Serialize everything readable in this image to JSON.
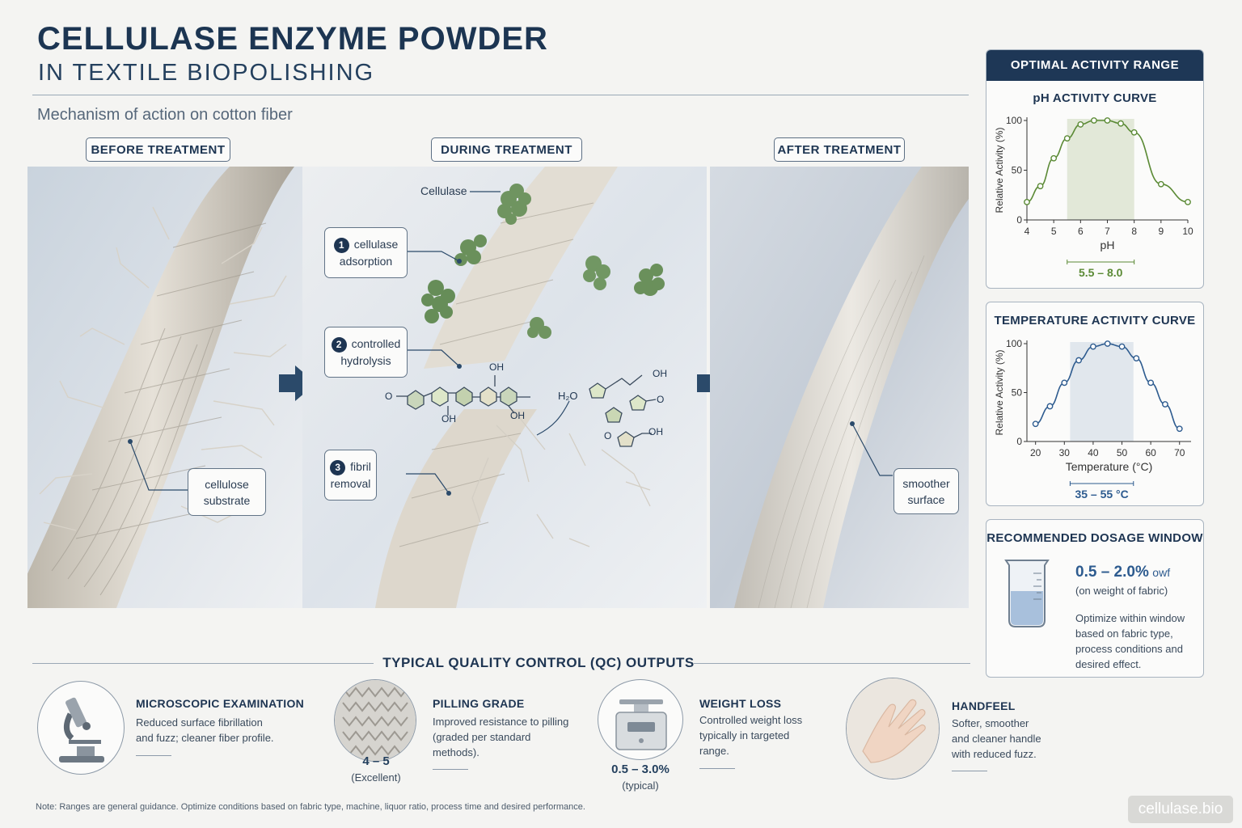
{
  "header": {
    "title_line1": "CELLULASE ENZYME POWDER",
    "title_line2": "IN TEXTILE BIOPOLISHING",
    "subtitle": "Mechanism of action on cotton fiber"
  },
  "stages": {
    "before": {
      "label": "BEFORE TREATMENT",
      "callout_line1": "cellulose",
      "callout_line2": "substrate"
    },
    "during": {
      "label": "DURING TREATMENT",
      "enzyme_label": "Cellulase",
      "steps": [
        {
          "num": "1",
          "line1": "cellulase",
          "line2": "adsorption"
        },
        {
          "num": "2",
          "line1": "controlled",
          "line2": "hydrolysis"
        },
        {
          "num": "3",
          "line1": "fibril",
          "line2": "removal"
        }
      ],
      "molecule_labels": {
        "oh": "OH",
        "o": "O",
        "water": "H₂O"
      }
    },
    "after": {
      "label": "AFTER TREATMENT",
      "callout_line1": "smoother",
      "callout_line2": "surface"
    }
  },
  "sidebar": {
    "header": "OPTIMAL ACTIVITY RANGE",
    "ph_card": {
      "title": "pH ACTIVITY CURVE",
      "range": "5.5 – 8.0"
    },
    "temp_card": {
      "title": "TEMPERATURE ACTIVITY CURVE",
      "range": "35 – 55 °C"
    },
    "dosage": {
      "title": "RECOMMENDED DOSAGE WINDOW",
      "value": "0.5 – 2.0%",
      "unit": "owf",
      "unit_desc": "(on weight of fabric)",
      "note": "Optimize within window based on fabric type, process conditions and desired effect."
    }
  },
  "chart_data": [
    {
      "type": "line",
      "title": "pH ACTIVITY CURVE",
      "xlabel": "pH",
      "ylabel": "Relative Activity (%)",
      "x": [
        4,
        4.5,
        5,
        5.5,
        6,
        6.5,
        7,
        7.5,
        8,
        9,
        10
      ],
      "series": [
        {
          "values": [
            18,
            34,
            62,
            82,
            96,
            100,
            100,
            97,
            88,
            36,
            18
          ]
        }
      ],
      "xticks": [
        4,
        5,
        6,
        7,
        8,
        9,
        10
      ],
      "yticks": [
        0,
        50,
        100
      ],
      "xlim": [
        4,
        10
      ],
      "ylim": [
        0,
        100
      ],
      "highlight_range": [
        5.5,
        8.0
      ],
      "color": "#5b8a35",
      "highlight_color": "#e2e8d8"
    },
    {
      "type": "line",
      "title": "TEMPERATURE ACTIVITY CURVE",
      "xlabel": "Temperature (°C)",
      "ylabel": "Relative Activity (%)",
      "x": [
        20,
        25,
        30,
        35,
        40,
        45,
        50,
        55,
        60,
        65,
        70
      ],
      "series": [
        {
          "values": [
            18,
            36,
            60,
            83,
            97,
            100,
            97,
            85,
            60,
            38,
            13
          ]
        }
      ],
      "xticks": [
        20,
        30,
        40,
        50,
        60,
        70
      ],
      "yticks": [
        0,
        50,
        100
      ],
      "xlim": [
        17,
        74
      ],
      "ylim": [
        0,
        100
      ],
      "highlight_range": [
        32,
        54
      ],
      "color": "#2d5b8f",
      "highlight_color": "#e1e7ed"
    }
  ],
  "qc": {
    "title": "TYPICAL QUALITY CONTROL (QC)  OUTPUTS",
    "items": [
      {
        "title": "MICROSCOPIC EXAMINATION",
        "text": [
          "Reduced surface fibrillation",
          "and fuzz; cleaner fiber profile."
        ],
        "icon": "microscope-icon"
      },
      {
        "title": "PILLING GRADE",
        "text": [
          "Improved resistance to pilling",
          "(graded per standard",
          "methods)."
        ],
        "value": "4 – 5",
        "value_sub": "(Excellent)",
        "icon": "knit-fabric-icon"
      },
      {
        "title": "WEIGHT LOSS",
        "text": [
          "Controlled weight loss",
          "typically in targeted",
          "range."
        ],
        "value": "0.5 – 3.0%",
        "value_sub": "(typical)",
        "icon": "scale-icon"
      },
      {
        "title": "HANDFEEL",
        "text": [
          "Softer, smoother",
          "and cleaner handle",
          "with reduced fuzz."
        ],
        "icon": "hand-icon"
      }
    ]
  },
  "footer": {
    "note": "Note: Ranges are general guidance. Optimize conditions based on fabric type, machine, liquor ratio, process time and desired performance.",
    "badge": "cellulase.bio"
  }
}
